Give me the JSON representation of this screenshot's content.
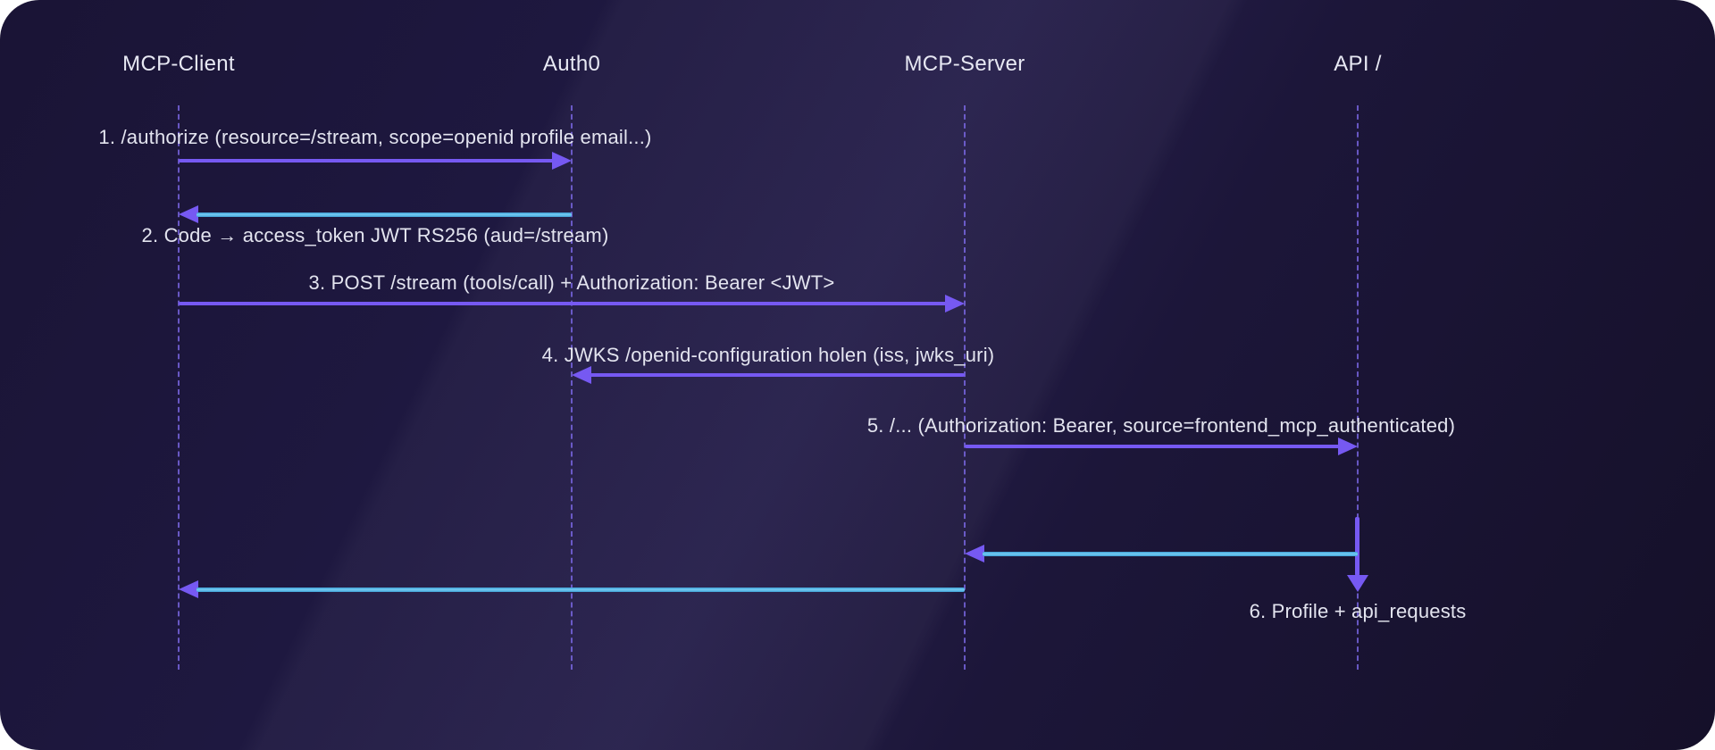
{
  "diagram": {
    "type": "sequence-diagram",
    "actors": [
      {
        "name": "MCP-Client"
      },
      {
        "name": "Auth0"
      },
      {
        "name": "MCP-Server"
      },
      {
        "name": "API /"
      }
    ],
    "messages": [
      {
        "label": "1. /authorize (resource=/stream, scope=openid profile email...)",
        "from": "MCP-Client",
        "to": "Auth0",
        "kind": "request"
      },
      {
        "label": "2. Code → access_token JWT RS256 (aud=/stream)",
        "from": "Auth0",
        "to": "MCP-Client",
        "kind": "response"
      },
      {
        "label": "3. POST /stream (tools/call) + Authorization: Bearer <JWT>",
        "from": "MCP-Client",
        "to": "MCP-Server",
        "kind": "request"
      },
      {
        "label": "4. JWKS /openid-configuration holen (iss, jwks_uri)",
        "from": "MCP-Server",
        "to": "Auth0",
        "kind": "request"
      },
      {
        "label": "5. /... (Authorization: Bearer, source=frontend_mcp_authenticated)",
        "from": "MCP-Server",
        "to": "API /",
        "kind": "request"
      },
      {
        "label": "6. Profile + api_requests",
        "from": "API /",
        "to": "MCP-Client",
        "kind": "response"
      }
    ],
    "colors": {
      "request_arrow": "#7659f2",
      "response_arrow": "#55b9e9",
      "lifeline": "#7d6aeb",
      "text": "#e3e4ef",
      "card_background": "#1e1840"
    }
  }
}
